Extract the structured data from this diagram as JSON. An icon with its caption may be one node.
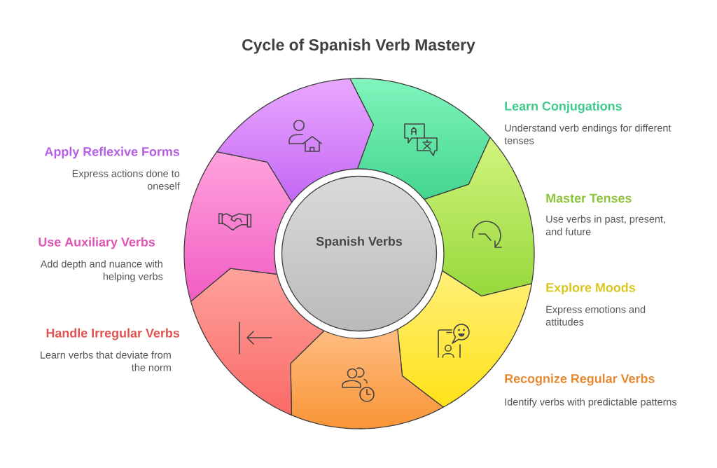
{
  "diagram": {
    "title": "Cycle of Spanish Verb Mastery",
    "nodes": [
      {
        "text": [],
        "shape": "segment"
      },
      {
        "text": [],
        "shape": "segment"
      },
      {
        "text": [],
        "shape": "segment"
      },
      {
        "text": [],
        "shape": "segment"
      },
      {
        "text": [],
        "shape": "segment"
      },
      {
        "text": [],
        "shape": "segment"
      },
      {
        "text": [],
        "shape": "segment"
      },
      {
        "text": [
          "Spanish Verbs"
        ]
      }
    ],
    "labels": [
      "Learn Conjugations",
      "Understand verb endings for different tenses",
      "Apply Reflexive Forms",
      "Express actions done to oneself",
      "Master Tenses",
      "Use verbs in past, present, and future",
      "Use Auxiliary Verbs",
      "Add depth and nuance with helping verbs",
      "Explore Moods",
      "Express emotions and attitudes",
      "Handle Irregular Verbs",
      "Learn verbs that deviate from the norm",
      "Recognize Regular Verbs",
      "Identify verbs with predictable patterns"
    ]
  }
}
